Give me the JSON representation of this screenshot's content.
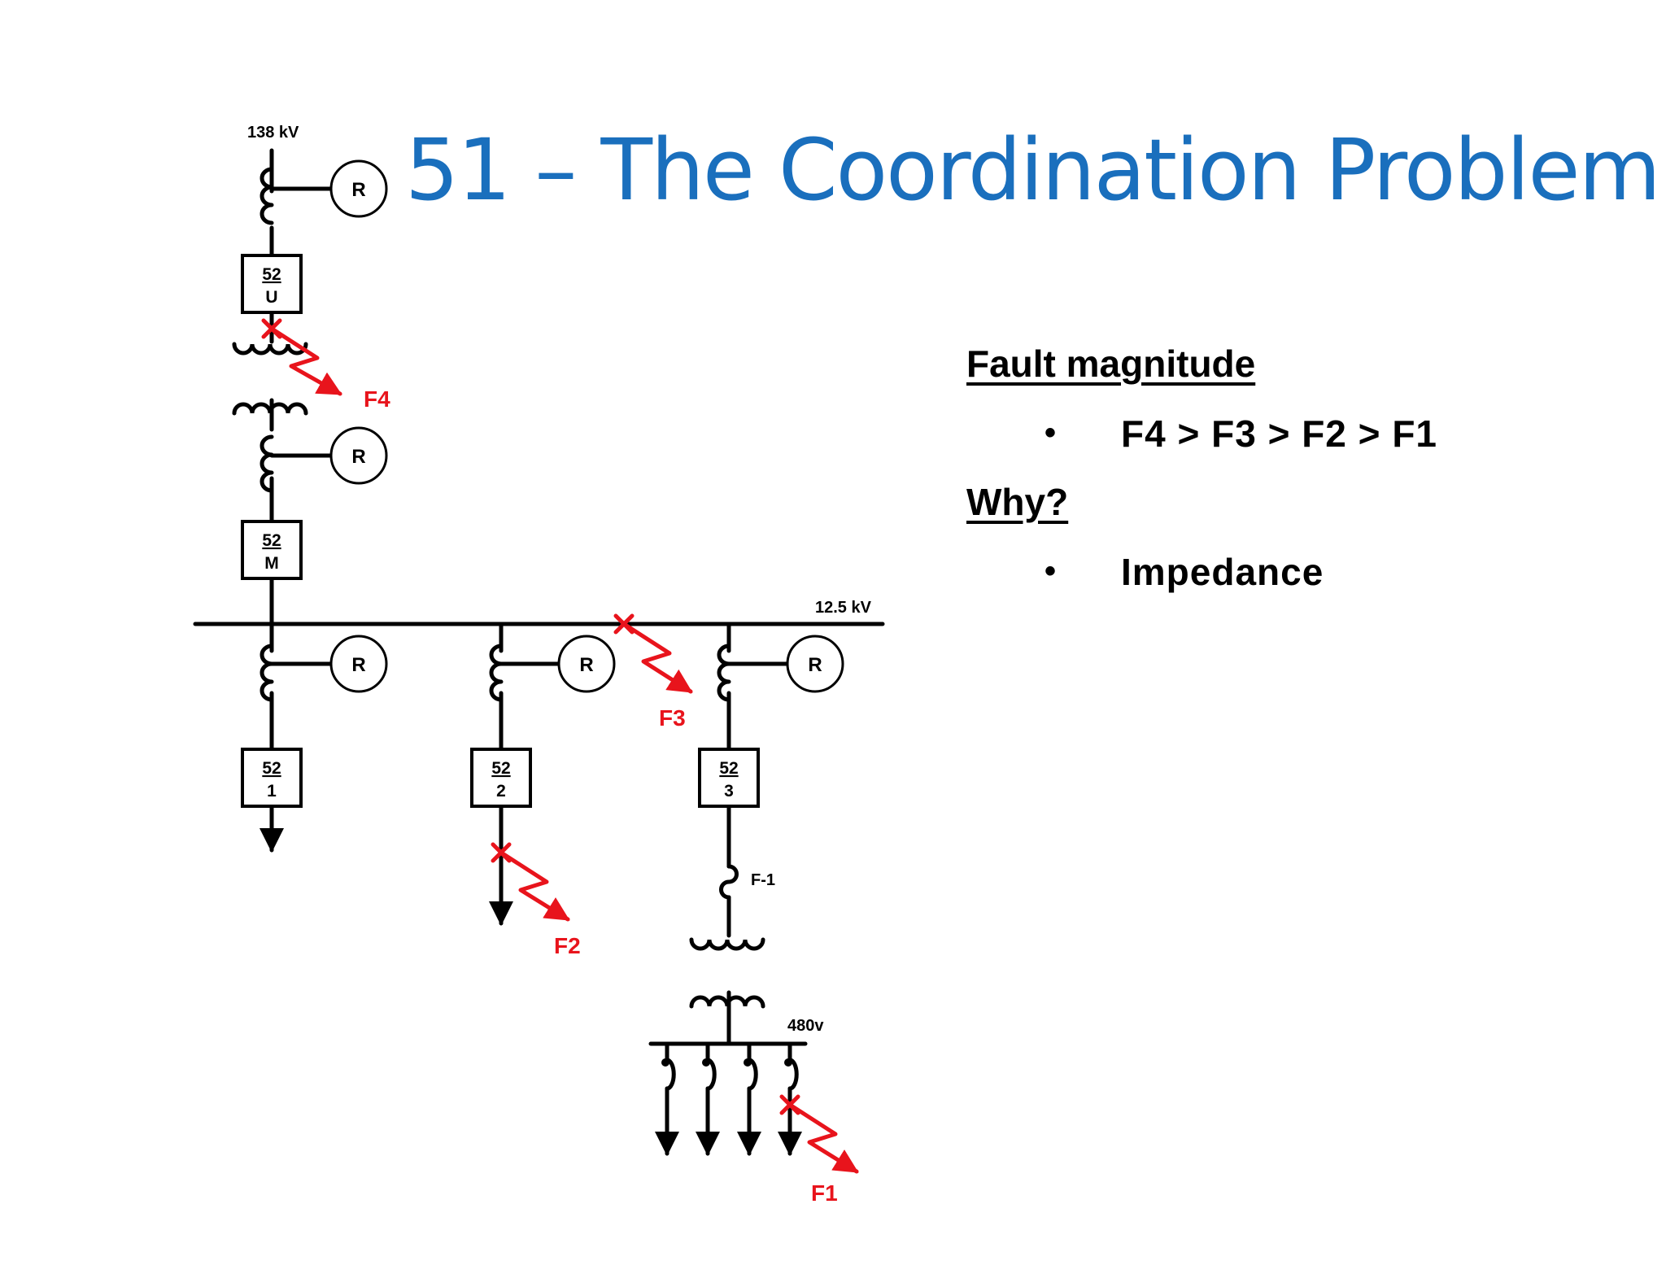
{
  "title": "51 – The Coordination Problem",
  "diagram": {
    "voltage_top": "138 kV",
    "voltage_bus": "12.5 kV",
    "voltage_low": "480v",
    "relay_label": "R",
    "breaker_prefix": "52",
    "breakers": [
      "U",
      "M",
      "1",
      "2",
      "3"
    ],
    "fuse_label": "F-1",
    "faults": [
      "F4",
      "F3",
      "F2",
      "F1"
    ],
    "colors": {
      "fault": "#e8141c",
      "line": "#000000",
      "title": "#1a6fbd"
    }
  },
  "text": {
    "heading1": "Fault magnitude",
    "bullet1": "F4 > F3 > F2 > F1",
    "heading2": "Why?",
    "bullet2": "Impedance",
    "bullet_char": "•"
  }
}
